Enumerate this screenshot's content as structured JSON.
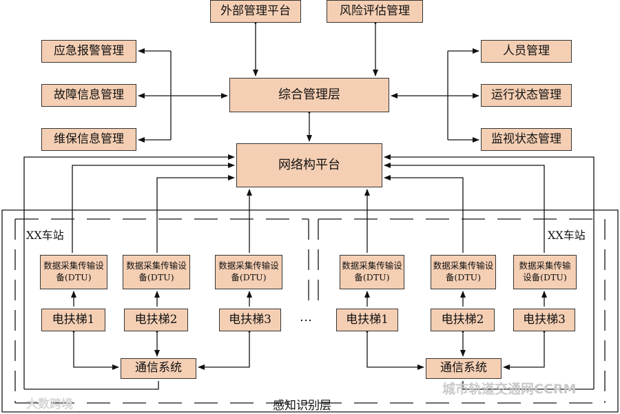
{
  "top": {
    "external_platform": "外部管理平台",
    "risk_assessment": "风险评估管理"
  },
  "left": {
    "emergency_alarm": "应急报警管理",
    "fault_info": "故障信息管理",
    "maintenance_info": "维保信息管理"
  },
  "right": {
    "personnel": "人员管理",
    "operation_status": "运行状态管理",
    "monitor_status": "监视状态管理"
  },
  "center": {
    "integrated_layer": "综合管理层",
    "network_platform": "网络构平台"
  },
  "perception_layer_label": "感知识别层",
  "stations": [
    {
      "name": "XX车站",
      "dtus": [
        "数据采集传输设备(DTU)",
        "数据采集传输设备(DTU)",
        "数据采集传输设备(DTU)"
      ],
      "escalators": [
        "电扶梯1",
        "电扶梯2",
        "电扶梯3"
      ],
      "comm_system": "通信系统"
    },
    {
      "name": "XX车站",
      "dtus": [
        "数据采集传输设备(DTU)",
        "数据采集传输设备(DTU)",
        "数据采集传输设备(DTU)"
      ],
      "escalators": [
        "电扶梯1",
        "电扶梯2",
        "电扶梯3"
      ],
      "comm_system": "通信系统"
    }
  ],
  "ellipsis": "…",
  "watermarks": {
    "left": "大数跨境",
    "right": "城市轨道交通网CCRM"
  }
}
